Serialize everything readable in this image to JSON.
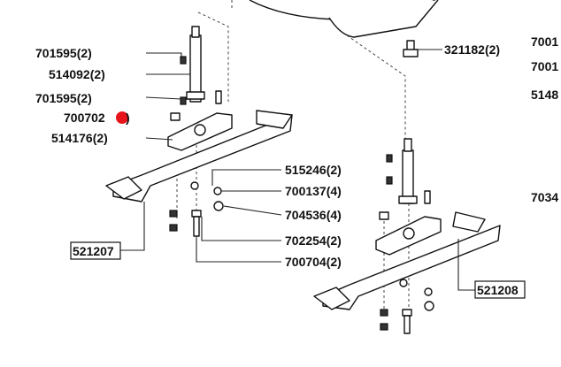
{
  "labels": {
    "l1": "701595(2)",
    "l2": "514092(2)",
    "l3": "701595(2)",
    "l4": "700702",
    "l4_suffix": ")",
    "l5": "514176(2)",
    "l6": "321182(2)",
    "l7": "515246(2)",
    "l8": "700137(4)",
    "l9": "704536(4)",
    "l10": "702254(2)",
    "l11": "700704(2)",
    "box_left": "521207",
    "box_right": "521208",
    "edge1": "7001",
    "edge2": "7001",
    "edge3": "5148",
    "edge4": "7034"
  },
  "colors": {
    "marker": "#e8141c",
    "ink": "#111111"
  },
  "icons": {
    "marker": "red-dot-icon"
  }
}
